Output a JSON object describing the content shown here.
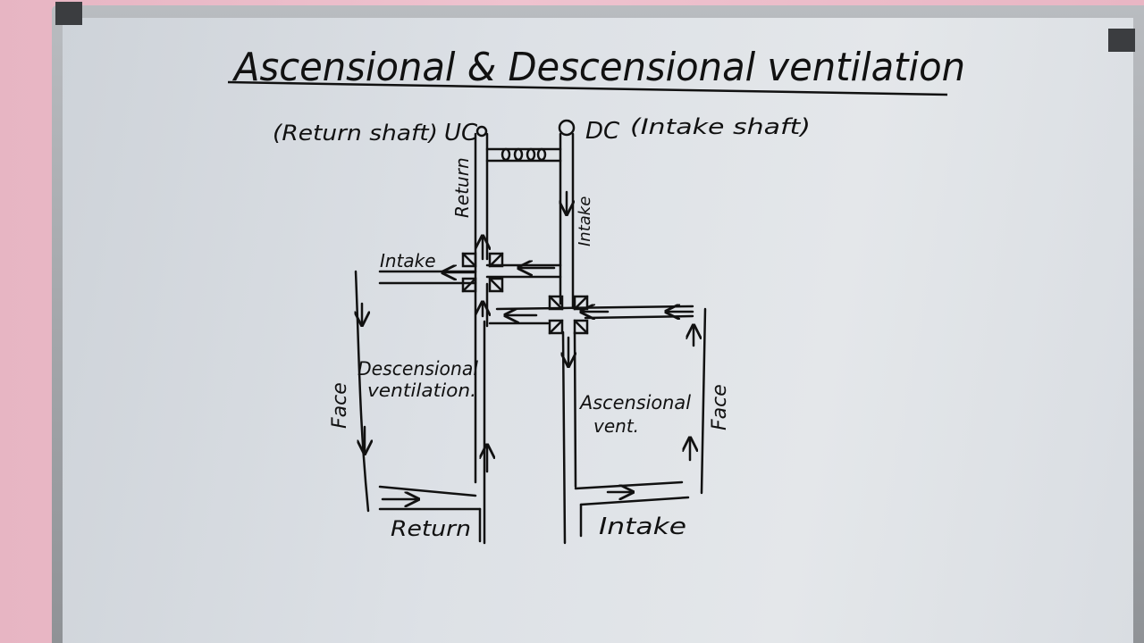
{
  "board": {
    "title": "Ascensional & Descensional ventilation",
    "left_shaft": {
      "code": "UC",
      "note": "(Return shaft)"
    },
    "right_shaft": {
      "code": "DC",
      "note": "(Intake shaft)"
    },
    "labels": {
      "return_vertical": "Return",
      "intake_vertical": "Intake",
      "intake_top_left": "Intake",
      "descensional_line1": "Descensional",
      "descensional_line2": "ventilation.",
      "ascensional_line1": "Ascensional",
      "ascensional_line2": "vent.",
      "face_left": "Face",
      "face_right": "Face",
      "return_bottom": "Return",
      "intake_bottom": "Intake"
    }
  },
  "colors": {
    "ink": "#111111",
    "board": "#dde1e6",
    "frame": "#9ea1a5",
    "wall": "#e9b9c6"
  }
}
